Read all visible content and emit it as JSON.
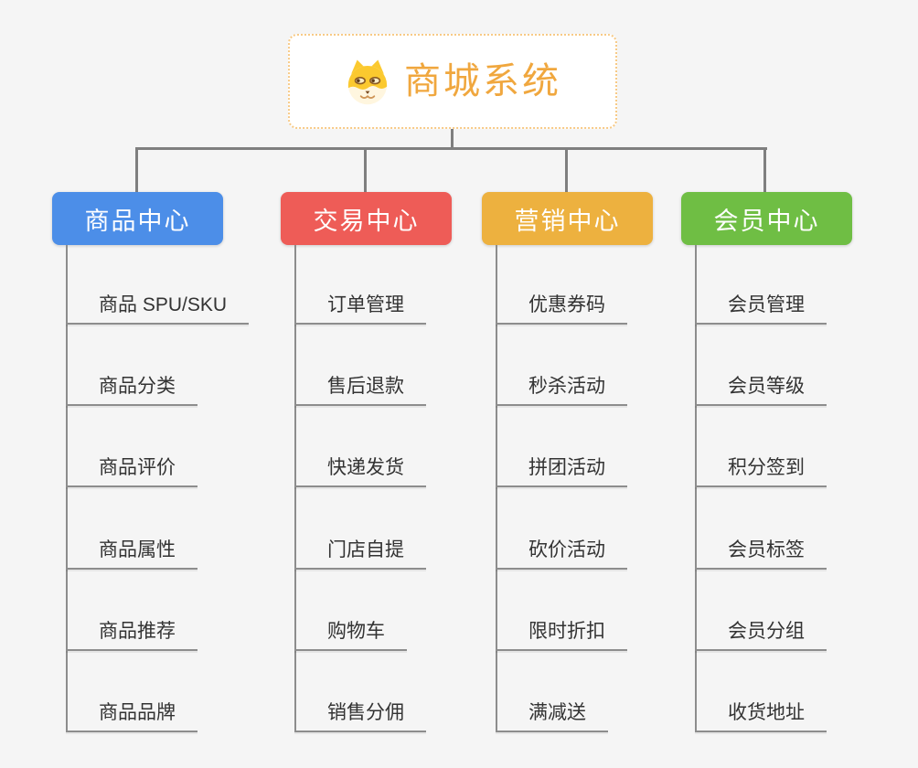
{
  "page": {
    "background_color": "#f5f5f5",
    "connector_color": "#7f7f7f",
    "leaf_line_color": "#8d8d8d",
    "leaf_text_color": "#333333"
  },
  "root": {
    "title": "商城系统",
    "icon": "dog-face-icon",
    "text_color": "#f0a73e",
    "border_color": "#f7ca86",
    "background_color": "#ffffff"
  },
  "branches": [
    {
      "label": "商品中心",
      "color": "#4c8ee8",
      "children": [
        "商品 SPU/SKU",
        "商品分类",
        "商品评价",
        "商品属性",
        "商品推荐",
        "商品品牌"
      ]
    },
    {
      "label": "交易中心",
      "color": "#ee5c57",
      "children": [
        "订单管理",
        "售后退款",
        "快递发货",
        "门店自提",
        "购物车",
        "销售分佣"
      ]
    },
    {
      "label": "营销中心",
      "color": "#edb13f",
      "children": [
        "优惠券码",
        "秒杀活动",
        "拼团活动",
        "砍价活动",
        "限时折扣",
        "满减送"
      ]
    },
    {
      "label": "会员中心",
      "color": "#6fbe44",
      "children": [
        "会员管理",
        "会员等级",
        "积分签到",
        "会员标签",
        "会员分组",
        "收货地址"
      ]
    }
  ]
}
